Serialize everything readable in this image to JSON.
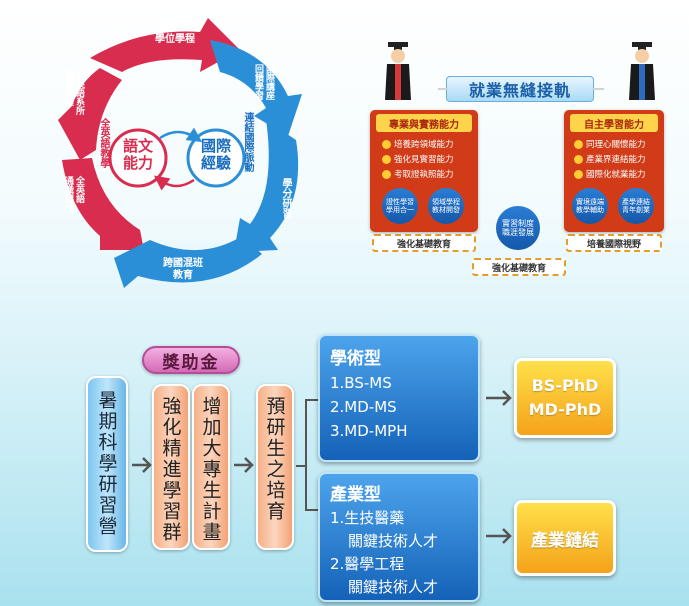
{
  "cycle": {
    "center_left": "語文\n能力",
    "center_right": "國際\n經驗",
    "arrows": [
      {
        "label": "全英語\n學位學程",
        "color": "#d92d4f"
      },
      {
        "label": "國際講座\n回饋學習",
        "color": "#2b8fd8"
      },
      {
        "label": "連結國際脈動",
        "color": "#2b8fd8"
      },
      {
        "label": "學分研習",
        "color": "#2b8fd8"
      },
      {
        "label": "跨國混班\n教育",
        "color": "#2b8fd8"
      },
      {
        "label": "全英語\n通識課程",
        "color": "#d92d4f"
      },
      {
        "label": "全英語教學",
        "color": "#d92d4f"
      },
      {
        "label": "全英語系所\n專業課程",
        "color": "#d92d4f"
      }
    ]
  },
  "employment": {
    "title": "就業無縫接軌",
    "left": {
      "header": "專業與實務能力",
      "items": [
        "培養跨領域能力",
        "強化見實習能力",
        "考取證執照能力"
      ],
      "circles": [
        "證性學習\n學用合一",
        "領域學程\n教材開發"
      ],
      "footer": "強化基礎教育"
    },
    "middle": {
      "circle": "實習制度\n職涯發展",
      "footer": "強化基礎教育"
    },
    "right": {
      "header": "自主學習能力",
      "items": [
        "同理心關懷能力",
        "產業界連結能力",
        "國際化就業能力"
      ],
      "circles": [
        "實境遠端\n教學輔助",
        "產學連結\n青年創業"
      ],
      "footer": "培養國際視野"
    }
  },
  "pathway": {
    "scholarship": "獎助金",
    "col1": "暑期科學研習營",
    "col2": "強化精進學習群",
    "col3": "增加大專生計畫",
    "col4": "預研生之培育",
    "academic": {
      "title": "學術型",
      "lines": [
        "1.BS-MS",
        "2.MD-MS",
        "3.MD-MPH"
      ]
    },
    "academic_result": [
      "BS-PhD",
      "MD-PhD"
    ],
    "industry": {
      "title": "產業型",
      "lines": [
        "1.生技醫藥",
        "關鍵技術人才",
        "2.醫學工程",
        "關鍵技術人才"
      ]
    },
    "industry_result": "產業鏈結"
  }
}
